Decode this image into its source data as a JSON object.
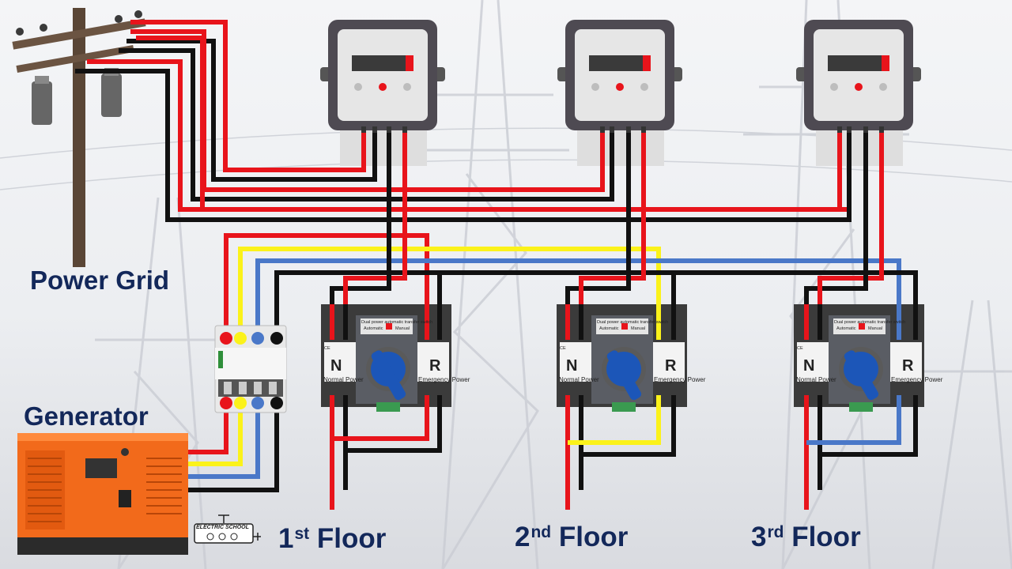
{
  "labels": {
    "power_grid": "Power Grid",
    "generator": "Generator",
    "floor1": {
      "ordinal": "1",
      "suffix": "st",
      "word": "Floor"
    },
    "floor2": {
      "ordinal": "2",
      "suffix": "nd",
      "word": "Floor"
    },
    "floor3": {
      "ordinal": "3",
      "suffix": "rd",
      "word": "Floor"
    }
  },
  "ats": {
    "normal_letter": "N",
    "normal_text": "Normal Power",
    "emergency_letter": "R",
    "emergency_text": "Emergency Power",
    "panel_title": "Dual power automatic transfer switch",
    "automatic": "Automatic",
    "manual": "Manual",
    "ce_mark": "CE"
  },
  "logo": {
    "text": "ELECTRIC SCHOOL"
  },
  "colors": {
    "phase_red": "#e8141b",
    "phase_yellow": "#fbf21a",
    "phase_blue": "#4a78c8",
    "neutral_black": "#111111",
    "label_navy": "#13285a",
    "generator_orange": "#f26a1b"
  }
}
